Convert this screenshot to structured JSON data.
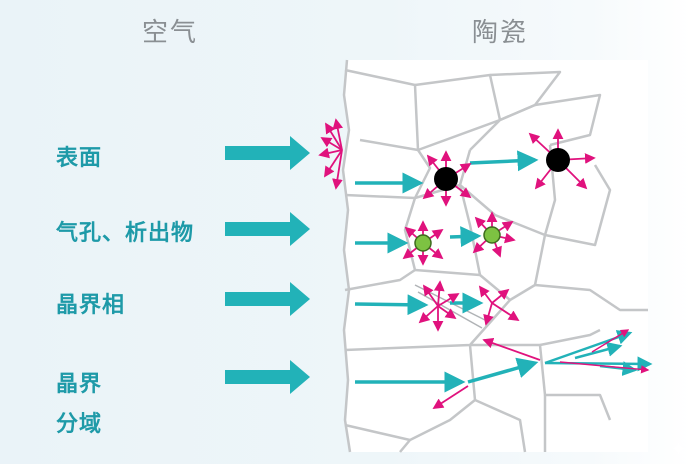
{
  "titles": {
    "air": "空气",
    "ceramic": "陶瓷"
  },
  "labels": {
    "surface": "表面",
    "pores": "气孔、析出物",
    "grain_boundary": "晶界相",
    "domain_line1": "晶界",
    "domain_line2": "分域"
  },
  "colors": {
    "arrow": "#22b2b8",
    "scatter": "#e0127d",
    "grain_line": "#c4c6c8",
    "pore": "#000000",
    "precipitate": "#7dc242"
  }
}
